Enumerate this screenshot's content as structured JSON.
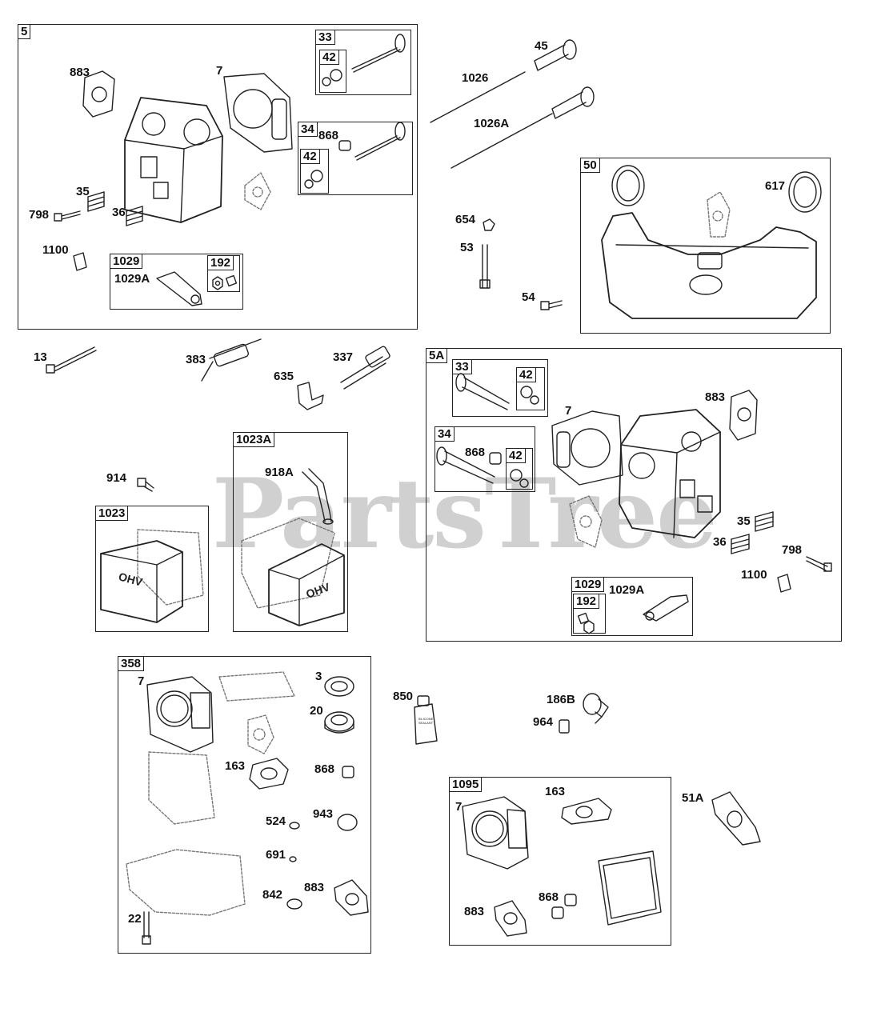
{
  "watermark": "PartsTree",
  "boxes": {
    "b5": "5",
    "b33": "33",
    "b42a": "42",
    "b34": "34",
    "b42b": "42",
    "b1029": "1029",
    "b192": "192",
    "b50": "50",
    "b5A": "5A",
    "b33b": "33",
    "b42c": "42",
    "b34b": "34",
    "b42d": "42",
    "b1029b": "1029",
    "b192b": "192",
    "b1023A": "1023A",
    "b1023": "1023",
    "b358": "358",
    "b1095": "1095"
  },
  "labels": {
    "l883a": "883",
    "l7a": "7",
    "l868a": "868",
    "l35a": "35",
    "l798a": "798",
    "l36a": "36",
    "l1100a": "1100",
    "l1029Aa": "1029A",
    "l45": "45",
    "l1026": "1026",
    "l1026A": "1026A",
    "l617": "617",
    "l654": "654",
    "l53": "53",
    "l54": "54",
    "l13": "13",
    "l383": "383",
    "l337": "337",
    "l635": "635",
    "l7b": "7",
    "l883b": "883",
    "l868b": "868",
    "l35b": "35",
    "l36b": "36",
    "l798b": "798",
    "l1100b": "1100",
    "l1029Ab": "1029A",
    "l914": "914",
    "l918A": "918A",
    "l7c": "7",
    "l3": "3",
    "l20": "20",
    "l163a": "163",
    "l868c": "868",
    "l524": "524",
    "l943": "943",
    "l691": "691",
    "l842": "842",
    "l883c": "883",
    "l22": "22",
    "l850": "850",
    "l186B": "186B",
    "l964": "964",
    "l7d": "7",
    "l163b": "163",
    "l868d": "868",
    "l883d": "883",
    "l51A": "51A"
  },
  "product_text": {
    "cover_logo": "OHV",
    "sealant_label": "SILICONE SEALANT"
  }
}
